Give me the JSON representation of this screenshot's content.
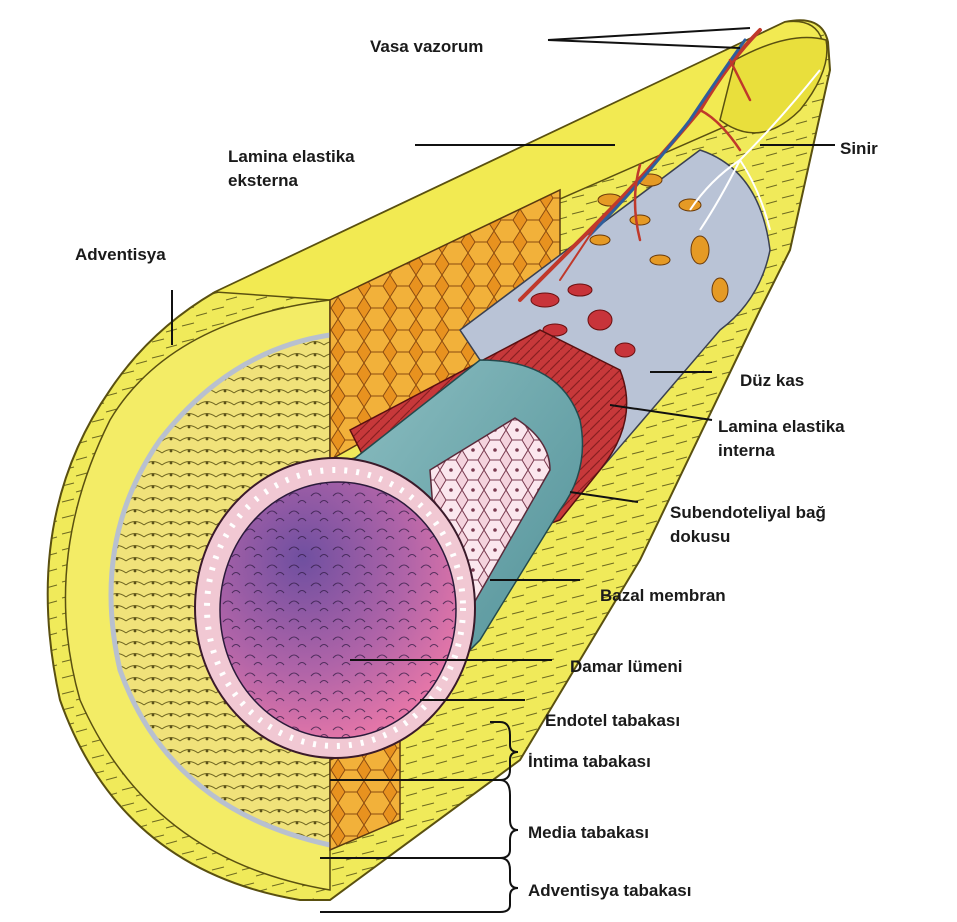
{
  "labels": {
    "vasa_vazorum": "Vasa vazorum",
    "lamina_elastika_eksterna_1": "Lamina elastika",
    "lamina_elastika_eksterna_2": "eksterna",
    "adventisya": "Adventisya",
    "sinir": "Sinir",
    "duz_kas": "Düz kas",
    "lamina_elastika_interna_1": "Lamina elastika",
    "lamina_elastika_interna_2": "interna",
    "subendoteliyal_1": "Subendoteliyal bağ",
    "subendoteliyal_2": "dokusu",
    "bazal_membran": "Bazal membran",
    "damar_lumeni": "Damar lümeni",
    "endotel_tabakasi": "Endotel tabakası",
    "intima_tabakasi": "İntima tabakası",
    "media_tabakasi": "Media tabakası",
    "adventisya_tabakasi": "Adventisya tabakası"
  },
  "colors": {
    "adventitia": "#f0ea5a",
    "adventitia_dark": "#d9cf3a",
    "media": "#e8c24a",
    "media_cells": "#e49a2a",
    "elastic_band": "#b9c3d6",
    "intima_red": "#c8343a",
    "basal_teal": "#5f9ea3",
    "endothelium_pink": "#f1c8d3",
    "lumen_purple": "#8a5fa8",
    "lumen_pink": "#e36fa8",
    "vessel_red": "#c0392b",
    "vessel_blue": "#2e5e9c",
    "leader": "#111111"
  }
}
